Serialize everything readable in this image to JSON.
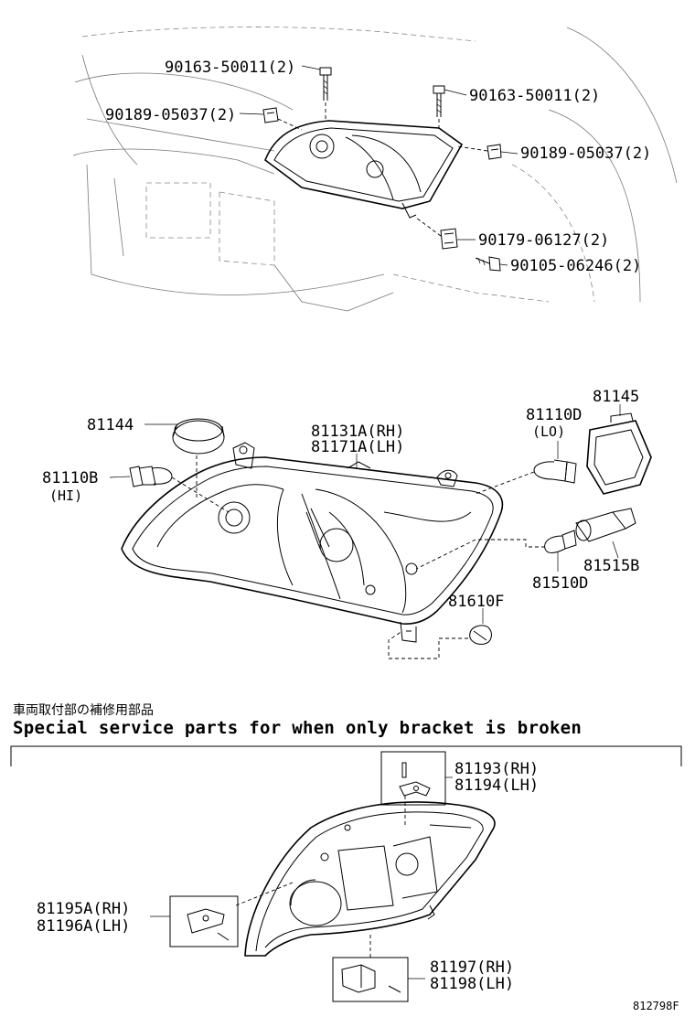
{
  "section_header": {
    "japanese": "車両取付部の補修用部品",
    "english": "Special service parts for when only bracket is broken"
  },
  "callouts_top": {
    "bolt_left": "90163-50011(2)",
    "clip_left": "90189-05037(2)",
    "bolt_right": "90163-50011(2)",
    "clip_right": "90189-05037(2)",
    "nut": "90179-06127(2)",
    "screw": "90105-06246(2)"
  },
  "callouts_main": {
    "cap": "81144",
    "bulb_hi": "81110B",
    "bulb_hi_note": "(HI)",
    "unit_rh": "81131A(RH)",
    "unit_lh": "81171A(LH)",
    "bulb_lo": "81110D",
    "bulb_lo_note": "(LO)",
    "cover": "81145",
    "socket": "81515B",
    "bulb_small": "81510D",
    "marker": "81610F"
  },
  "callouts_service": {
    "bracket_top_rh": "81193(RH)",
    "bracket_top_lh": "81194(LH)",
    "bracket_mid_rh": "81195A(RH)",
    "bracket_mid_lh": "81196A(LH)",
    "bracket_bottom_rh": "81197(RH)",
    "bracket_bottom_lh": "81198(LH)"
  },
  "figure_code": "812798F"
}
